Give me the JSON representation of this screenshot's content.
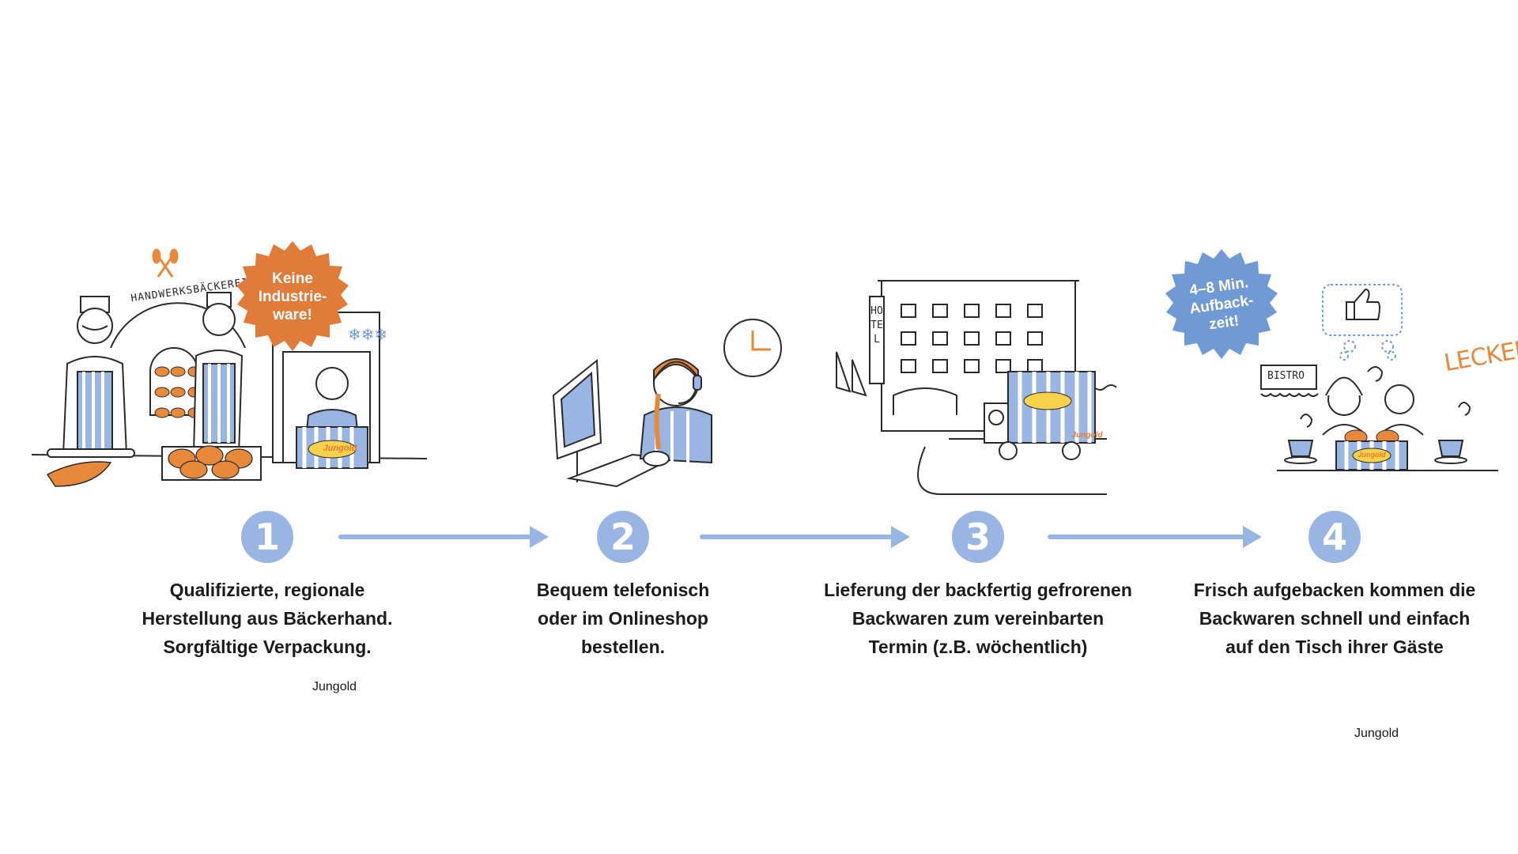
{
  "steps": [
    {
      "number": "1",
      "lines": [
        "Qualifizierte, regionale",
        "Herstellung aus Bäckerhand.",
        "Sorgfältige Verpackung."
      ]
    },
    {
      "number": "2",
      "lines": [
        "Bequem telefonisch",
        "oder im Onlineshop",
        "bestellen."
      ]
    },
    {
      "number": "3",
      "lines": [
        "Lieferung der backfertig gefrorenen",
        "Backwaren zum vereinbarten",
        "Termin (z.B. wöchentlich)"
      ]
    },
    {
      "number": "4",
      "lines": [
        "Frisch aufgebacken kommen die",
        "Backwaren schnell und einfach",
        "auf den Tisch ihrer Gäste"
      ]
    }
  ],
  "scene1": {
    "sign": "HANDWERKSBÄCKEREI",
    "badge_lines": [
      "Keine",
      "Industrie-",
      "ware!"
    ],
    "badge_color": "#e07b39",
    "box_logo": "Jungold"
  },
  "scene3": {
    "building_sign": "HOTEL",
    "truck_logo": "Jungold"
  },
  "scene4": {
    "badge_lines": [
      "4–8 Min.",
      "Aufback-",
      "zeit!"
    ],
    "badge_color": "#6f9ad6",
    "bistro_sign": "BISTRO",
    "exclamation": "LECKER!",
    "box_logo": "Jungold"
  },
  "colors": {
    "accent_blue": "#98b5e3",
    "orange": "#e8893a",
    "ink": "#2a2a2a"
  }
}
